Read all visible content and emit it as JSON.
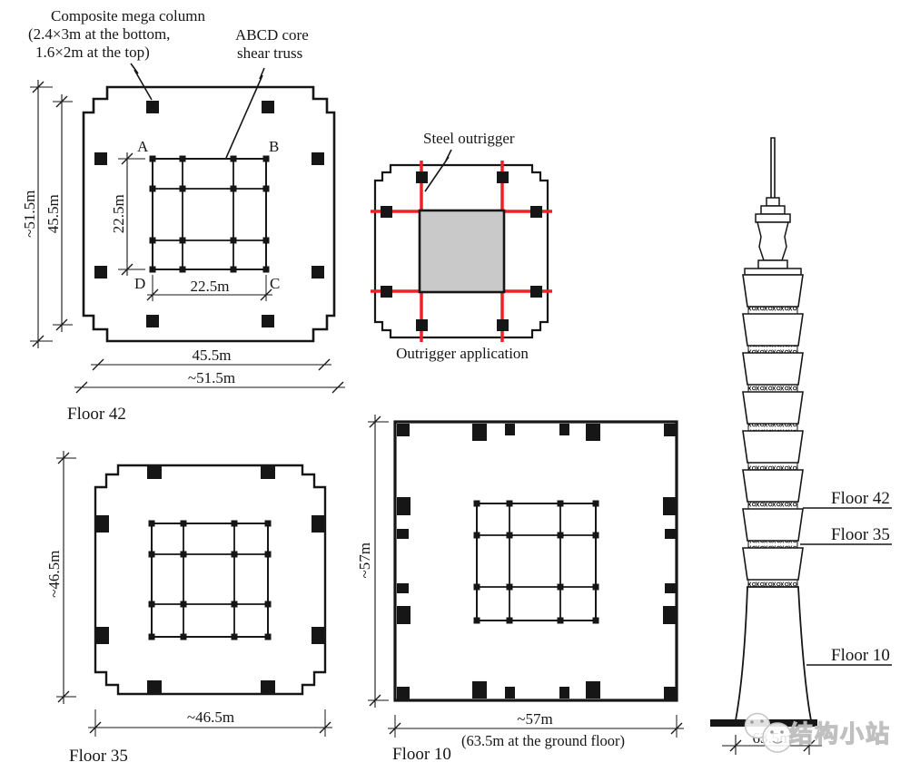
{
  "colors": {
    "ink": "#161616",
    "outrigger_red": "#ee2126",
    "core_fill": "#c9c9c9",
    "watermark_gray": "#c4c4c4"
  },
  "annotations": {
    "mega_column_line1": "Composite mega column",
    "mega_column_line2": "(2.4×3m at the bottom,",
    "mega_column_line3": "1.6×2m at the top)",
    "core_truss_line1": "ABCD core",
    "core_truss_line2": "shear truss",
    "steel_outrigger": "Steel outrigger",
    "outrigger_caption": "Outrigger application"
  },
  "floor42": {
    "title": "Floor 42",
    "corner_a": "A",
    "corner_b": "B",
    "corner_c": "C",
    "corner_d": "D",
    "dim_core_vertical": "22.5m",
    "dim_core_horizontal": "22.5m",
    "dim_inner_horizontal": "45.5m",
    "dim_outer_horizontal": "~51.5m",
    "dim_inner_vertical": "45.5m",
    "dim_outer_vertical": "~51.5m"
  },
  "floor35": {
    "title": "Floor 35",
    "dim_vertical": "~46.5m",
    "dim_horizontal": "~46.5m"
  },
  "floor10": {
    "title": "Floor 10",
    "dim_vertical": "~57m",
    "dim_horizontal": "~57m",
    "ground_note": "(63.5m at the ground floor)"
  },
  "tower": {
    "label_floor42": "Floor 42",
    "label_floor35": "Floor 35",
    "label_floor10": "Floor 10",
    "dim_base": "63.5m"
  },
  "watermark": {
    "text": "结构小站"
  }
}
